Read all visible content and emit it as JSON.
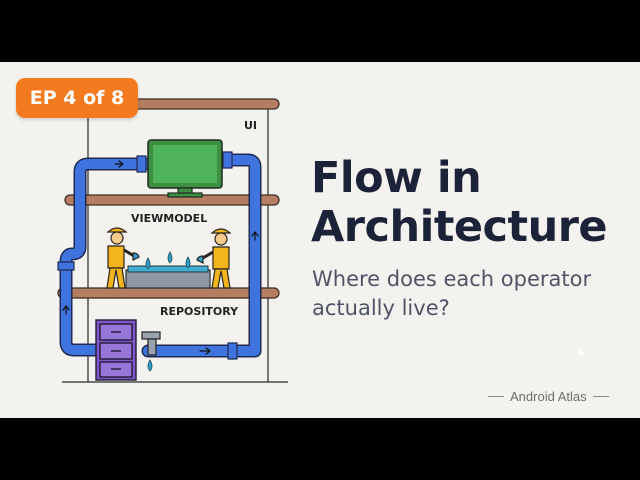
{
  "badge": {
    "label": "EP 4 of 8"
  },
  "title": {
    "line1": "Flow in",
    "line2": "Architecture"
  },
  "subtitle": {
    "line1": "Where does each operator",
    "line2": "actually live?"
  },
  "brand": {
    "name": "Android Atlas"
  },
  "diagram": {
    "layer_ui": "UI",
    "layer_viewmodel": "VIEWMODEL",
    "layer_repository": "REPOSITORY"
  },
  "colors": {
    "accent": "#f47a20",
    "title": "#1c2238",
    "pipe": "#3f73dd",
    "shelf": "#b57e62",
    "monitor": "#3e8f44",
    "worker": "#f2b51b",
    "cabinet": "#7e58c8",
    "water": "#2fa0c6",
    "background": "#f4f2ee"
  }
}
